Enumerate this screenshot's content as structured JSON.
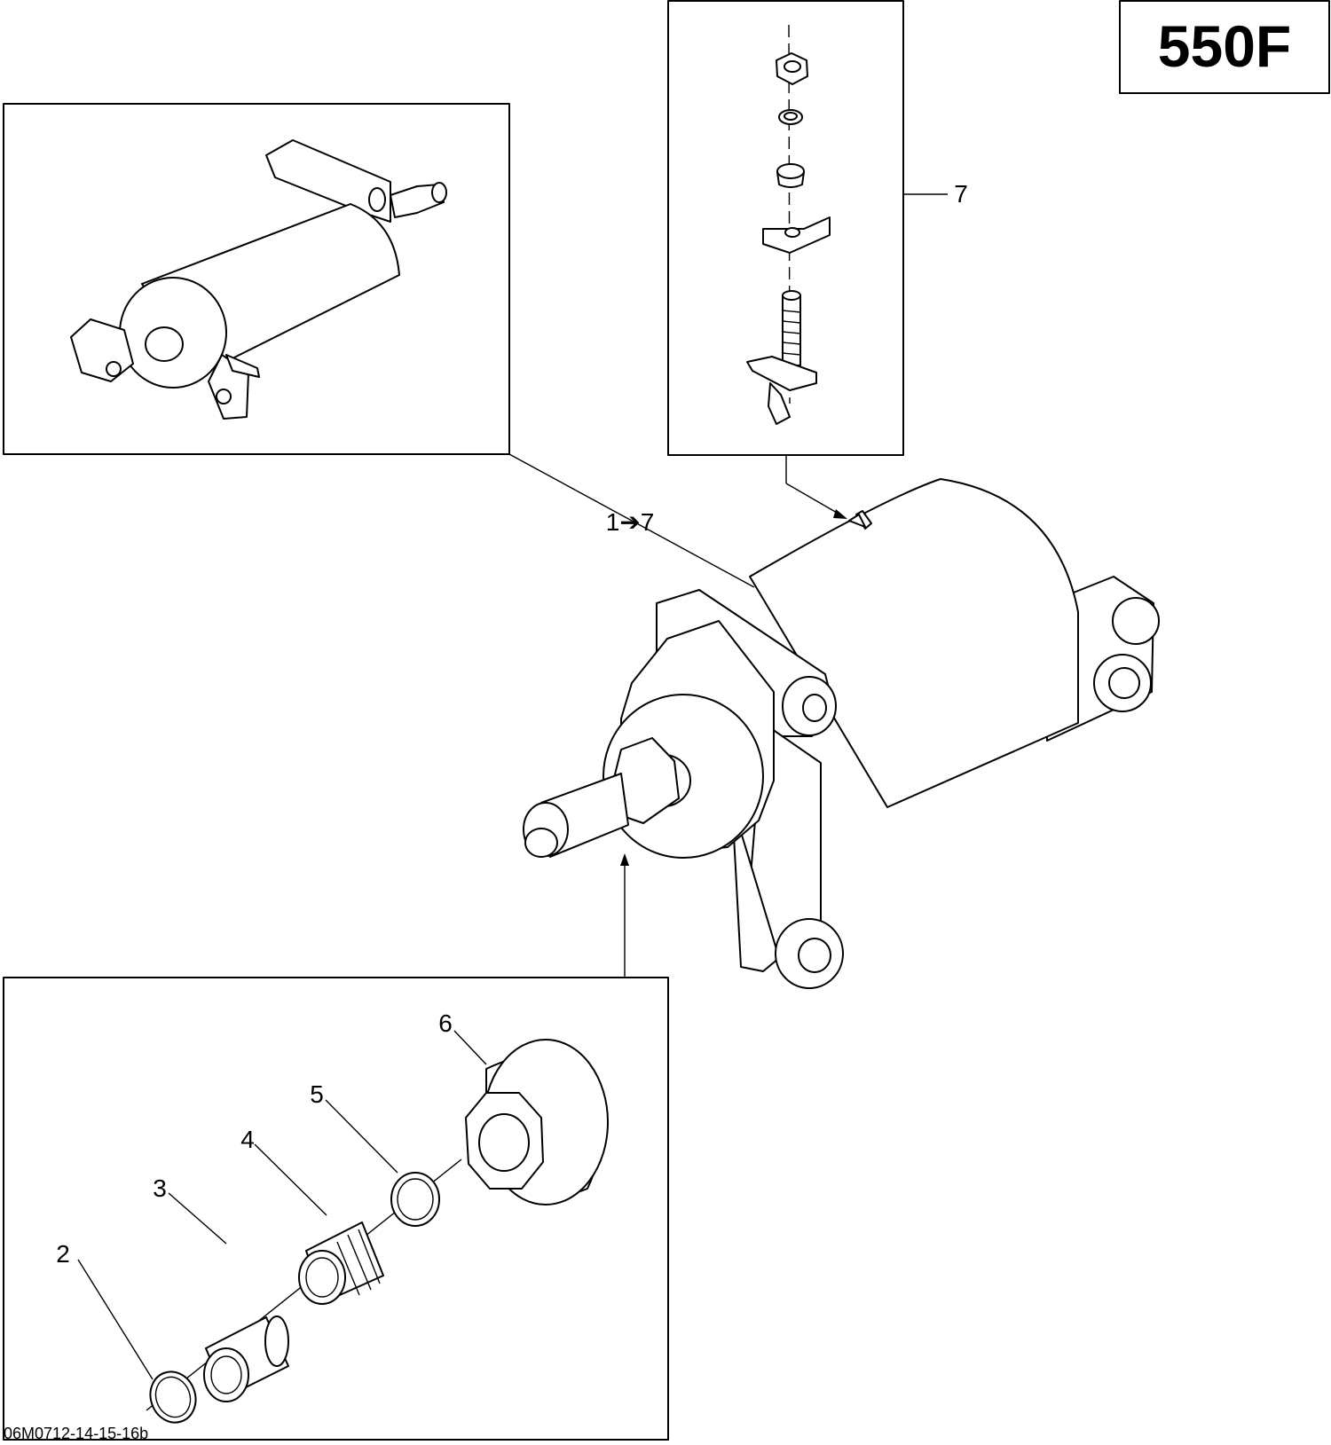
{
  "model_label": "550F",
  "reference_code": "06M0712-14-15-16b",
  "callouts": {
    "c2": "2",
    "c3": "3",
    "c4": "4",
    "c5": "5",
    "c6": "6",
    "c7": "7",
    "c1to7": "1➔7"
  }
}
